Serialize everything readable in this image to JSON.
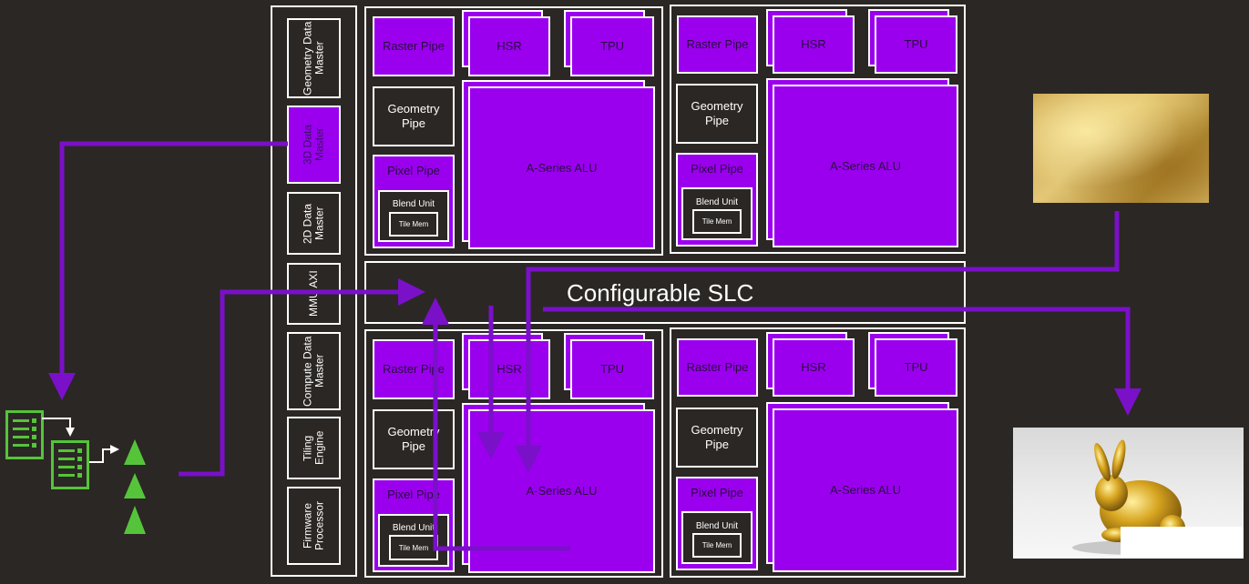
{
  "masters": [
    "Geometry Data Master",
    "3D Data Master",
    "2D Data Master",
    "MMU AXI",
    "Compute Data Master",
    "Tiling Engine",
    "Firmware Processor"
  ],
  "cluster": {
    "raster": "Raster Pipe",
    "hsr": "HSR",
    "tpu": "TPU",
    "geometry": "Geometry Pipe",
    "pixel": "Pixel Pipe",
    "alu": "A-Series ALU",
    "blend": "Blend Unit",
    "tile": "Tile Mem"
  },
  "slc": "Configurable SLC",
  "colors": {
    "background": "#2b2724",
    "purple_fill": "#9a00ee",
    "arrow": "#7a10c8",
    "green": "#55c43a"
  },
  "icons": [
    "command-list-icon",
    "triangle-icon",
    "gold-texture-image",
    "gold-bunny-render-image"
  ]
}
